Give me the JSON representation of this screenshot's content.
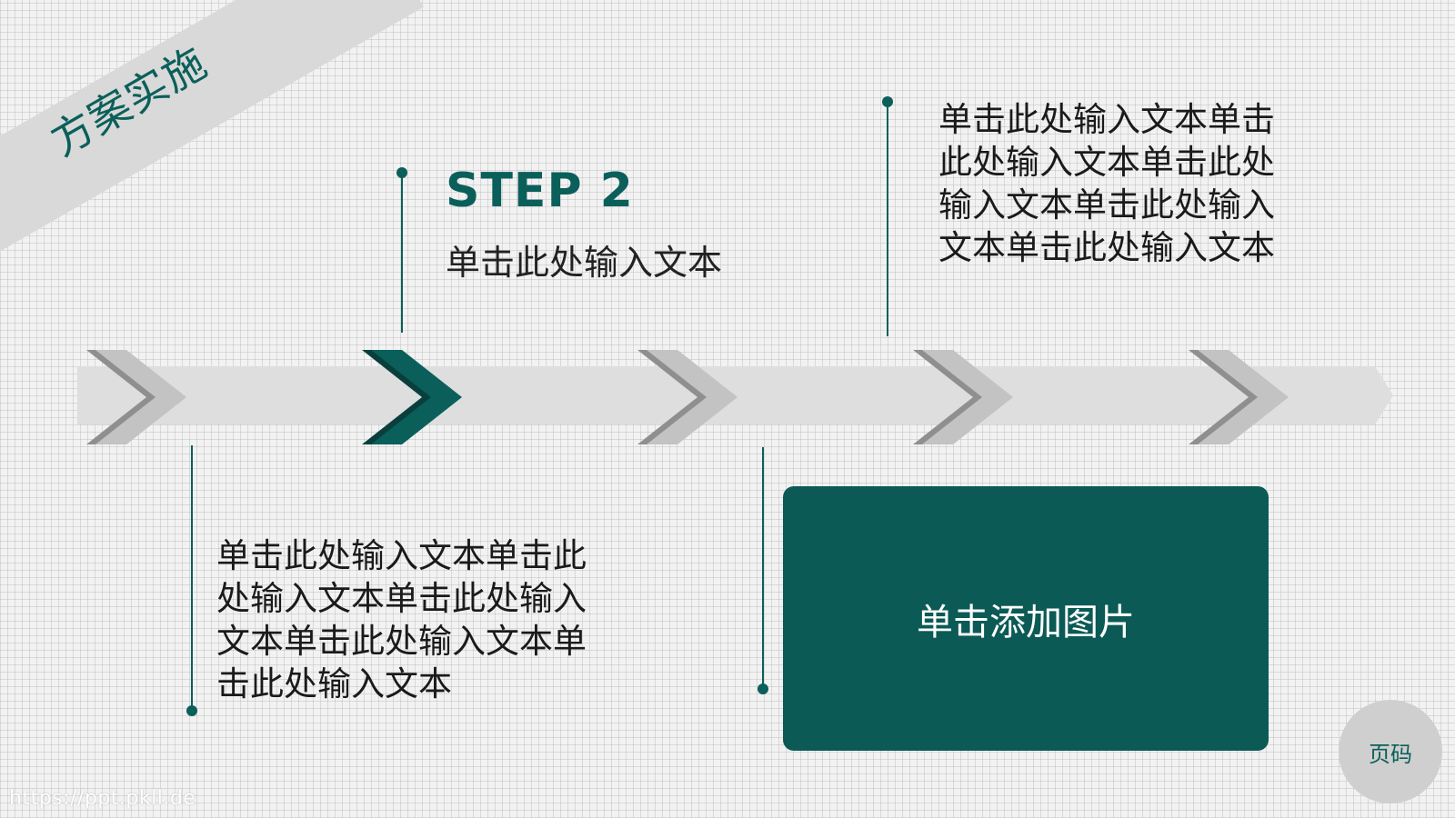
{
  "slide": {
    "corner_title": "方案实施",
    "step": {
      "title": "STEP 2",
      "subtitle": "单击此处输入文本"
    },
    "top_right_text": "单击此处输入文本单击此处输入文本单击此处输入文本单击此处输入文本单击此处输入文本",
    "bottom_left_text": "单击此处输入文本单击此处输入文本单击此处输入文本单击此处输入文本单击此处输入文本",
    "image_placeholder_label": "单击添加图片",
    "page_badge": "页码",
    "watermark": "https://ppt.pkll.de",
    "timeline": {
      "chevrons": 5,
      "active_index": 1
    }
  },
  "colors": {
    "accent": "#0b5f5a",
    "accent_dark": "#0b5a55",
    "band": "#dedede",
    "chevron_gray": "#c3c3c3",
    "chevron_shadow": "#8f8f8f",
    "background": "#f2f2f2"
  }
}
